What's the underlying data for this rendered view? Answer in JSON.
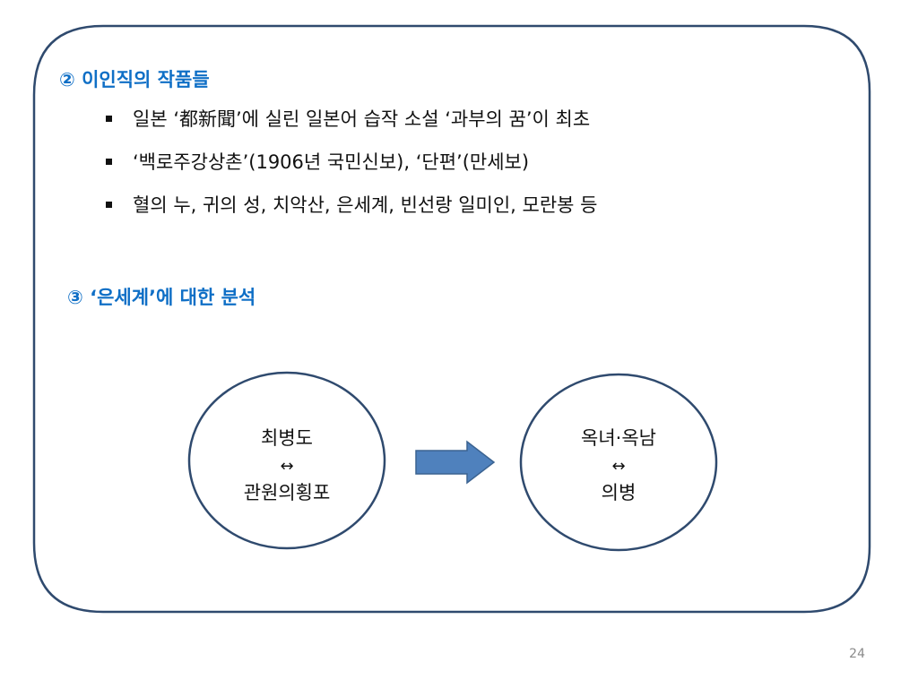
{
  "section_2": {
    "heading": "② 이인직의 작품들",
    "bullets": [
      "일본 ‘都新聞’에 실린 일본어 습작 소설 ‘과부의 꿈’이 최초",
      "‘백로주강상촌’(1906년 국민신보), ‘단편’(만세보)",
      "혈의 누, 귀의 성, 치악산, 은세계, 빈선랑 일미인, 모란봉 등"
    ]
  },
  "section_3": {
    "heading": "③ ‘은세계’에 대한 분석"
  },
  "diagram": {
    "left_circle": {
      "line1": "최병도",
      "line2": "↔",
      "line3": "관원의횡포"
    },
    "right_circle": {
      "line1": "옥녀·옥남",
      "line2": "↔",
      "line3": "의병"
    }
  },
  "colors": {
    "heading": "#0f6fc6",
    "frame_stroke": "#2f4a6e",
    "arrow_fill": "#4f81bd",
    "arrow_stroke": "#3b6391"
  },
  "page_number": "24"
}
